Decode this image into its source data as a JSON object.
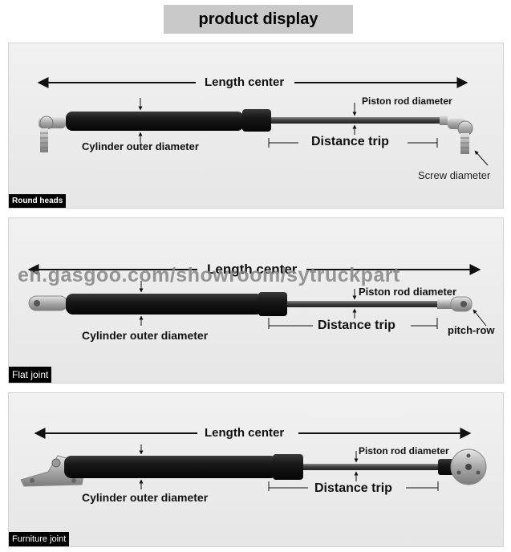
{
  "header": {
    "title": "product display"
  },
  "panels": [
    {
      "tag": "Round heads",
      "labels": {
        "length_center": "Length center",
        "piston_rod_diameter": "Piston rod diameter",
        "cylinder_outer_diameter": "Cylinder outer diameter",
        "distance_trip": "Distance trip",
        "screw_diameter": "Screw diameter"
      }
    },
    {
      "tag": "Flat joint",
      "labels": {
        "length_center": "Length center",
        "piston_rod_diameter": "Piston rod diameter",
        "cylinder_outer_diameter": "Cylinder outer diameter",
        "distance_trip": "Distance trip",
        "pitch_row": "pitch-row"
      }
    },
    {
      "tag": "Furniture joint",
      "labels": {
        "length_center": "Length center",
        "piston_rod_diameter": "Piston rod diameter",
        "cylinder_outer_diameter": "Cylinder outer diameter",
        "distance_trip": "Distance trip"
      }
    }
  ],
  "watermark": "en.gasgoo.com/showroom/sytruckpart",
  "colors": {
    "cylinder": "#161616",
    "rod": "#5a5a5a",
    "metal": "#b9b9b9",
    "title_bg": "#c9c9c9",
    "panel_bg": "#ececec"
  }
}
